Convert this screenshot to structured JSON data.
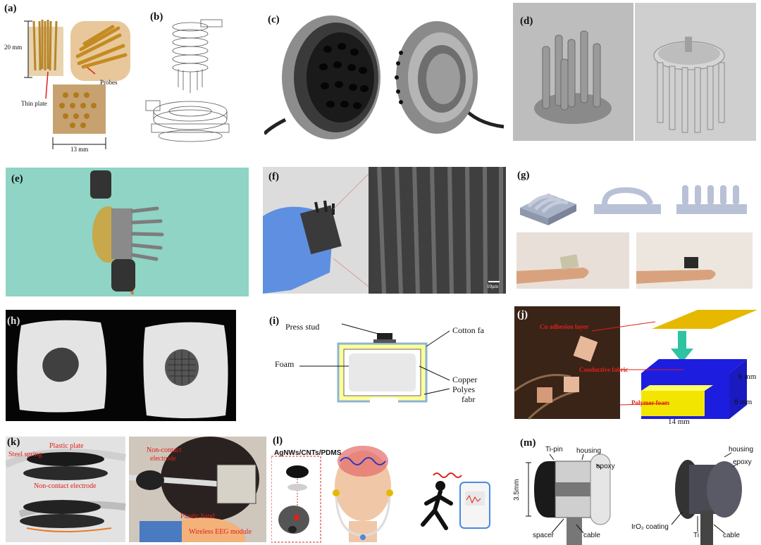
{
  "panels": {
    "a": {
      "label": "(a)",
      "dim_height": "20 mm",
      "thin_plate": "Thin plate",
      "probes": "Probes",
      "dim_width": "13 mm"
    },
    "b": {
      "label": "(b)"
    },
    "c": {
      "label": "(c)"
    },
    "d": {
      "label": "(d)"
    },
    "e": {
      "label": "(e)"
    },
    "f": {
      "label": "(f)",
      "scale": "10μm"
    },
    "g": {
      "label": "(g)"
    },
    "h": {
      "label": "(h)"
    },
    "i": {
      "label": "(i)",
      "press_stud": "Press stud",
      "cotton": "Cotton fa",
      "foam": "Foam",
      "copper": "Copper",
      "polyes": "Polyes",
      "fabr": "fabr"
    },
    "j": {
      "label": "(j)",
      "cu_layer": "Cu adhesion layer",
      "cond_fabric": "Conductive fabric",
      "poly_foam": "Polymer foam",
      "dim_8a": "8 mm",
      "dim_8b": "8 mm",
      "dim_14": "14 mm"
    },
    "k": {
      "label": "(k)",
      "plastic_plate": "Plastic plate",
      "steel_spring": "Steel spring",
      "noncontact": "Non-contact electrode",
      "noncontact2a": "Non-contact",
      "noncontact2b": "electrode",
      "plastic_band": "Plastic band",
      "wireless": "Wireless EEG module"
    },
    "l": {
      "label": "(l)",
      "material": "AgNWs/CNTs/PDMS"
    },
    "m": {
      "label": "(m)",
      "ti_pin": "Ti-pin",
      "housing": "housing",
      "epoxy": "epoxy",
      "dim": "3.5mm",
      "spacer": "spacer",
      "cable": "cable",
      "housing2": "housing",
      "epoxy2": "epoxy",
      "iro2": "IrO₂ coating",
      "ti": "Ti",
      "cable2": "cable"
    }
  },
  "colors": {
    "teal": "#8fd4c4",
    "gray_bg": "#c9c9c9",
    "yellow": "#f2e600",
    "blue": "#1d1de0",
    "gold": "#e6b800",
    "green": "#2ec4a2",
    "red": "#e0201a"
  }
}
